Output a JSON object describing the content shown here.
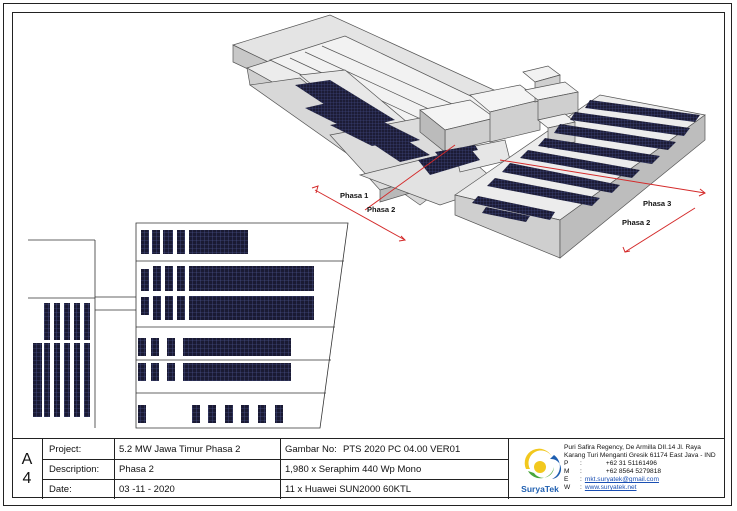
{
  "sheet": {
    "letter": "A",
    "number": "4"
  },
  "title_block": {
    "project_label": "Project:",
    "project_value": "5.2 MW Jawa Timur Phasa 2",
    "description_label": "Description:",
    "description_value": "Phasa 2",
    "date_label": "Date:",
    "date_value": "03 -11 - 2020",
    "drawing_no_label": "Gambar No:",
    "drawing_no_value": "PTS 2020 PC 04.00 VER01",
    "modules": "1,980 x Seraphim 440 Wp Mono",
    "inverters": "11 x Huawei SUN2000 60KTL"
  },
  "company": {
    "name": "SuryaTek",
    "address_line1": "Puri Safira Regency, De Armilla DII.14 Jl. Raya",
    "address_line2": "Karang Turi Menganti Gresik 61174 East Java - IND",
    "phone_key": "P",
    "phone": "+62 31 51161496",
    "mobile_key": "M",
    "mobile": "+62 8564 5279818",
    "email_key": "E",
    "email": "mkt.suryatek@gmail.com",
    "web_key": "W",
    "web": "www.suryatek.net",
    "logo_colors": {
      "yellow": "#f2c81e",
      "green": "#4aa63c",
      "blue": "#1f5fb0"
    }
  },
  "phases": {
    "phasa1": "Phasa 1",
    "phasa2_left": "Phasa 2",
    "phasa2_right": "Phasa 2",
    "phasa3": "Phasa 3"
  },
  "colors": {
    "panel": "#1a1a33",
    "panel_grid": "#5560a0",
    "phase_line": "#d42a2a",
    "roof_light": "#e6e6e6",
    "roof_dark": "#bdbdbd"
  }
}
